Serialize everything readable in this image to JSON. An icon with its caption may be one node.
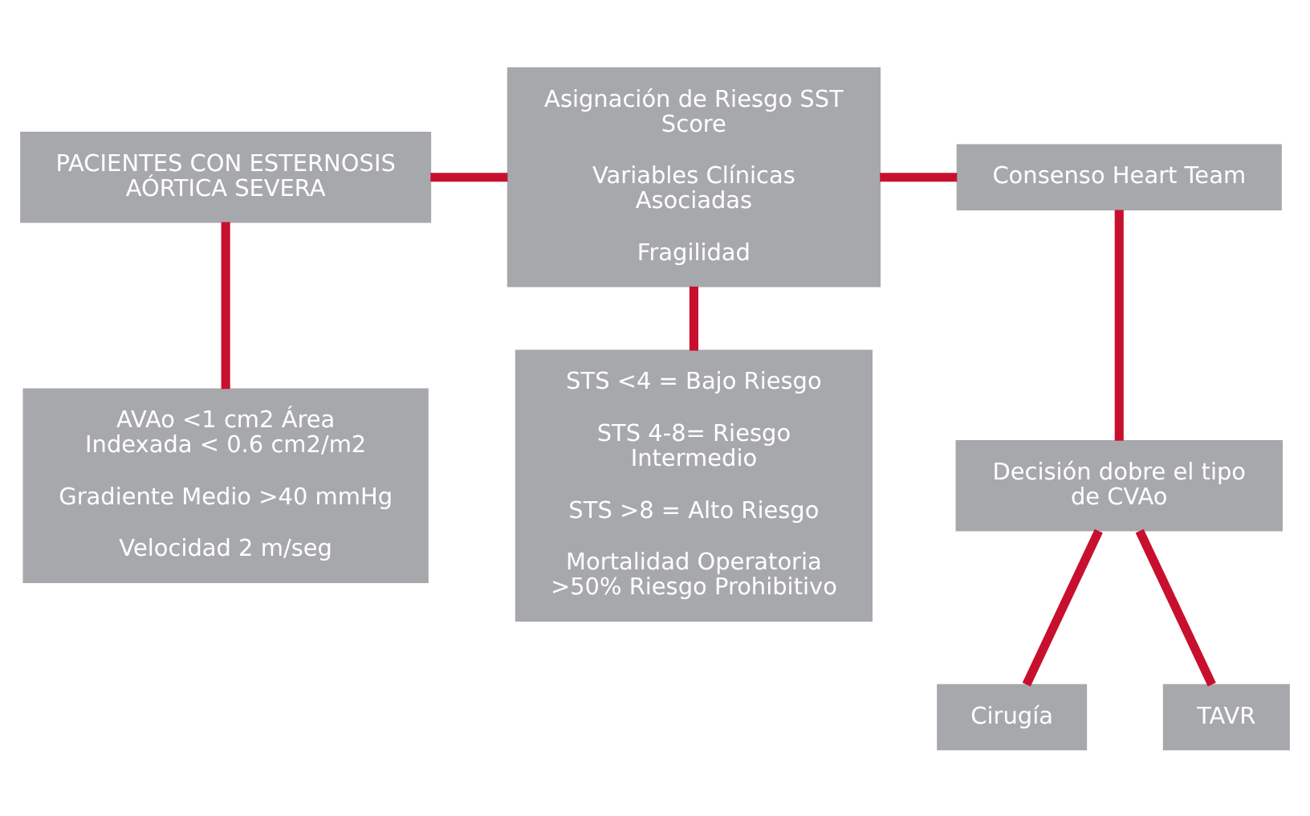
{
  "diagram": {
    "nodes": [
      {
        "text": [
          "PACIENTES CON ESTERNOSIS AÓRTICA SEVERA"
        ]
      },
      {
        "text": [
          "Asignación de Riesgo SST Score",
          "Variables Clínicas Asociadas",
          "Fragilidad"
        ]
      },
      {
        "text": [
          "Consenso Heart Team"
        ]
      },
      {
        "text": [
          "AVAo <1 cm2 Área Indexada < 0.6 cm2/m2",
          "Gradiente Medio >40 mmHg",
          "Velocidad 2 m/seg"
        ]
      },
      {
        "text": [
          "STS <4 = Bajo Riesgo",
          "STS 4-8= Riesgo Intermedio",
          "STS >8 = Alto Riesgo",
          "Mortalidad Operatoria >50% Riesgo Prohibitivo"
        ]
      },
      {
        "text": [
          "Decisión dobre el tipo de CVAo"
        ]
      },
      {
        "text": [
          "Cirugía"
        ]
      },
      {
        "text": [
          "TAVR"
        ]
      }
    ],
    "edges": [
      {
        "from": 0,
        "to": 1,
        "arrow": "none"
      },
      {
        "from": 1,
        "to": 2,
        "arrow": "none"
      },
      {
        "from": 0,
        "to": 3,
        "arrow": "none"
      },
      {
        "from": 1,
        "to": 4,
        "arrow": "none"
      },
      {
        "from": 2,
        "to": 5,
        "arrow": "none"
      },
      {
        "from": 5,
        "to": 6,
        "arrow": "none"
      },
      {
        "from": 5,
        "to": 7,
        "arrow": "none"
      }
    ]
  }
}
